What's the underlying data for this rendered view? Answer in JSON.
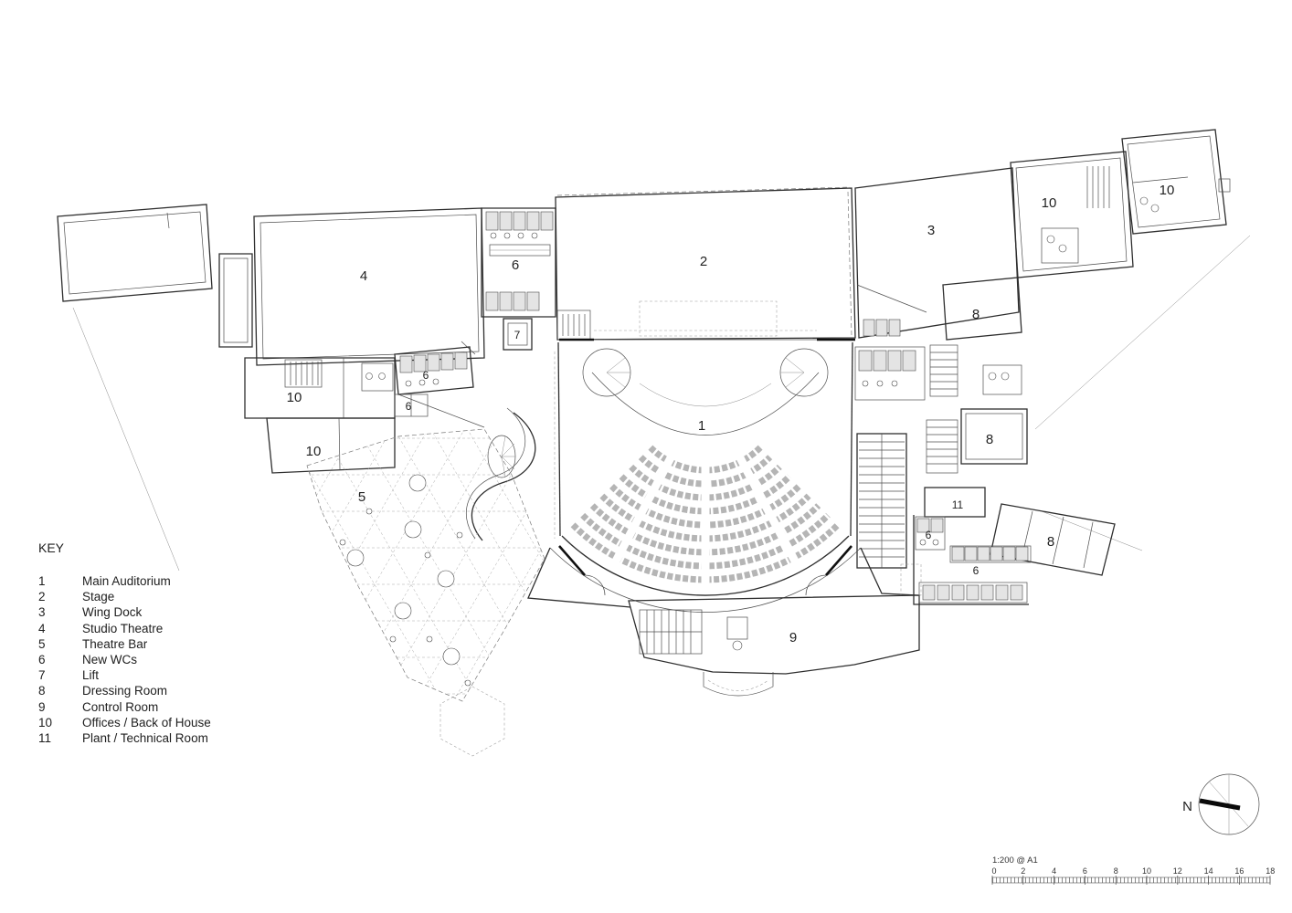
{
  "title": "Theatre ground floor plan drawing",
  "key": {
    "title": "KEY",
    "entries": [
      {
        "num": "1",
        "label": "Main Auditorium"
      },
      {
        "num": "2",
        "label": "Stage"
      },
      {
        "num": "3",
        "label": "Wing Dock"
      },
      {
        "num": "4",
        "label": "Studio Theatre"
      },
      {
        "num": "5",
        "label": "Theatre Bar"
      },
      {
        "num": "6",
        "label": "New WCs"
      },
      {
        "num": "7",
        "label": "Lift"
      },
      {
        "num": "8",
        "label": "Dressing Room"
      },
      {
        "num": "9",
        "label": "Control Room"
      },
      {
        "num": "10",
        "label": "Offices / Back of House"
      },
      {
        "num": "11",
        "label": "Plant / Technical Room"
      }
    ]
  },
  "plan": {
    "labels": [
      {
        "room": "studio-theatre",
        "text": "4"
      },
      {
        "room": "wcs-top",
        "text": "6"
      },
      {
        "room": "stage",
        "text": "2"
      },
      {
        "room": "wing-dock",
        "text": "3"
      },
      {
        "room": "offices-top-1",
        "text": "10"
      },
      {
        "room": "offices-top-2",
        "text": "10"
      },
      {
        "room": "lift",
        "text": "7"
      },
      {
        "room": "wcs-left-1",
        "text": "6"
      },
      {
        "room": "wcs-left-2",
        "text": "6"
      },
      {
        "room": "offices-left-1",
        "text": "10"
      },
      {
        "room": "offices-left-2",
        "text": "10"
      },
      {
        "room": "main-auditorium",
        "text": "1"
      },
      {
        "room": "dressing-room-1",
        "text": "8"
      },
      {
        "room": "dressing-room-2",
        "text": "8"
      },
      {
        "room": "theatre-bar",
        "text": "5"
      },
      {
        "room": "plant-room",
        "text": "11"
      },
      {
        "room": "wcs-right-1",
        "text": "6"
      },
      {
        "room": "dressing-room-3",
        "text": "8"
      },
      {
        "room": "wcs-right-2",
        "text": "6"
      },
      {
        "room": "control-room",
        "text": "9"
      }
    ]
  },
  "compass": {
    "label": "N"
  },
  "scale_bar": {
    "caption": "1:200 @ A1",
    "ticks": [
      "0",
      "2",
      "4",
      "6",
      "8",
      "10",
      "12",
      "14",
      "16",
      "18"
    ]
  }
}
